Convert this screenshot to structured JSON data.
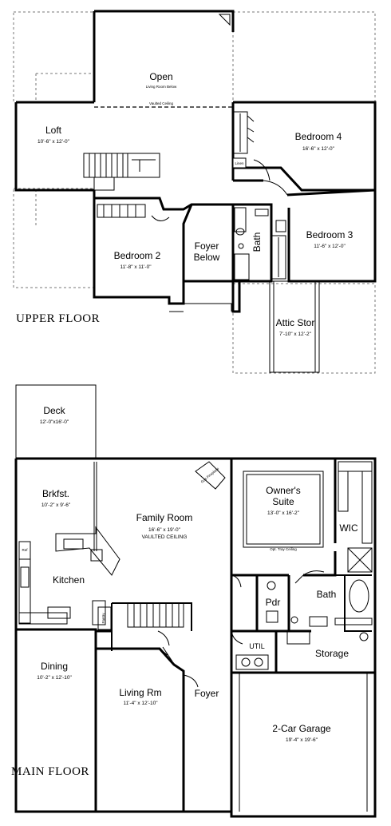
{
  "upper_floor": {
    "heading": "UPPER FLOOR",
    "rooms": {
      "open": {
        "name": "Open",
        "note": "Living Room Below",
        "note2": "Vaulted Ceiling"
      },
      "loft": {
        "name": "Loft",
        "dims": "10'-6\" x 12'-0\""
      },
      "bedroom4": {
        "name": "Bedroom 4",
        "dims": "16'-6\" x 12'-0\""
      },
      "bedroom3": {
        "name": "Bedroom 3",
        "dims": "11'-6\" x 12'-0\""
      },
      "bedroom2": {
        "name": "Bedroom 2",
        "dims": "11'-8\" x 11'-0\""
      },
      "foyer_below": {
        "line1": "Foyer",
        "line2": "Below"
      },
      "bath": {
        "name": "Bath"
      },
      "attic": {
        "name": "Attic Stor",
        "dims": "7'-10\" x 12'-2\""
      },
      "linen": {
        "name": "Linen"
      }
    }
  },
  "main_floor": {
    "heading": "MAIN FLOOR",
    "rooms": {
      "deck": {
        "name": "Deck",
        "dims": "12'-0\"x16'-0\""
      },
      "brkfst": {
        "name": "Brkfst.",
        "dims": "10'-2\" x 9'-6\""
      },
      "family": {
        "name": "Family Room",
        "dims": "16'-6\" x 19'-0\"",
        "note": "VAULTED CEILING"
      },
      "owners_suite": {
        "line1": "Owner's",
        "line2": "Suite",
        "dims": "13'-0\" x 16'-2\"",
        "note": "Opt. Tray Ceiling"
      },
      "wic": {
        "name": "WIC"
      },
      "kitchen": {
        "name": "Kitchen"
      },
      "pdr": {
        "name": "Pdr"
      },
      "bath": {
        "name": "Bath"
      },
      "util": {
        "name": "UTIL"
      },
      "storage": {
        "name": "Storage"
      },
      "dining": {
        "name": "Dining",
        "dims": "10'-2\" x 12'-10\""
      },
      "living": {
        "name": "Living Rm",
        "dims": "11'-4\" x 12'-10\""
      },
      "foyer": {
        "name": "Foyer"
      },
      "garage": {
        "name": "2-Car Garage",
        "dims": "19'-4\" x 19'-6\""
      },
      "fireplace": {
        "name": "Gas Fireplace"
      },
      "pantry": {
        "name": "Pantry"
      },
      "ref": {
        "name": "Ref"
      }
    }
  }
}
